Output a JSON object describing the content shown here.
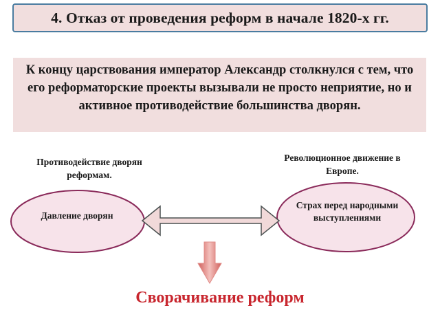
{
  "title": "4. Отказ от проведения реформ в начале 1820-х гг.",
  "intro": "К концу царствования император Александр столкнулся с тем, что его реформаторские проекты вызывали не просто неприятие, но и активное противодействие большинства дворян.",
  "captions": {
    "left": "Противодействие дворян реформам.",
    "right": "Революционное движение в Европе."
  },
  "ellipses": {
    "left": "Давление дворян",
    "right": "Страх перед народными выступлениями"
  },
  "result": "Сворачивание реформ",
  "colors": {
    "box_fill": "#f1dede",
    "title_border": "#4a7ca0",
    "ellipse_fill": "#f7e3ea",
    "ellipse_stroke": "#8a2a5a",
    "arrow_fill": "#f1d9d9",
    "arrow_stroke": "#4a5050",
    "down_arrow_fill": "#f0b3b0",
    "down_arrow_edge": "#d0605c",
    "result_color": "#c8262e"
  }
}
